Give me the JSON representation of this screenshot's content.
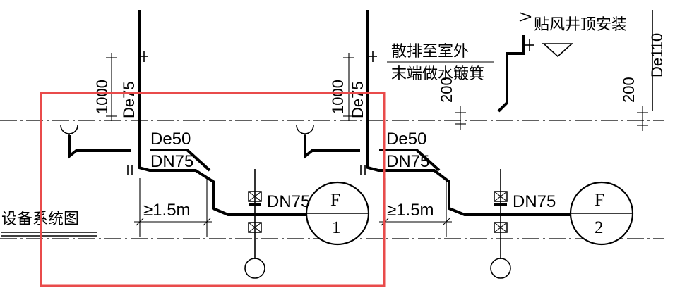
{
  "labels": {
    "de75": "De75",
    "de50": "De50",
    "dn75": "DN75",
    "len_1000": "1000",
    "dist_200": "200",
    "de110": "De110",
    "min_len": "≥1.5m",
    "vent_top": "贴风井顶安装",
    "exhaust_1": "散排至室外",
    "exhaust_2": "末端做水簸箕",
    "title": "设备系统图"
  },
  "fans": [
    {
      "code": "F",
      "number": "1"
    },
    {
      "code": "F",
      "number": "2"
    }
  ],
  "colors": {
    "line": "#000000",
    "highlight": "#e94b4b",
    "background": "#ffffff"
  }
}
